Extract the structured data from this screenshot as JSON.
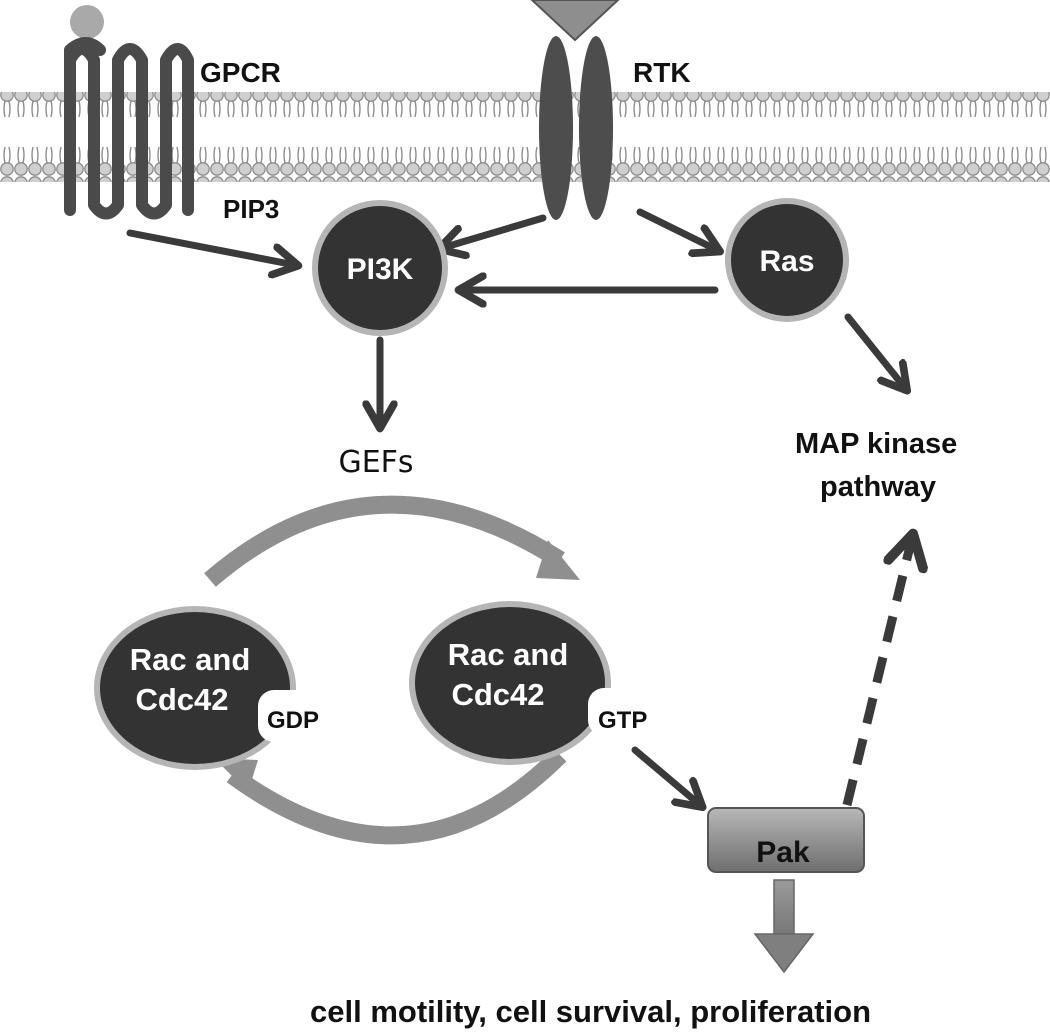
{
  "labels": {
    "gpcr": "GPCR",
    "rtk": "RTK",
    "pip3": "PIP3",
    "pi3k": "PI3K",
    "ras": "Ras",
    "gefs": "GEFs",
    "map_line1": "MAP kinase",
    "map_line2": "pathway",
    "rac_gdp_line1": "Rac and",
    "rac_gdp_line2": "Cdc42",
    "gdp": "GDP",
    "rac_gtp_line1": "Rac and",
    "rac_gtp_line2": "Cdc42",
    "gtp": "GTP",
    "pak": "Pak",
    "outcome": "cell motility,  cell survival, proliferation"
  }
}
